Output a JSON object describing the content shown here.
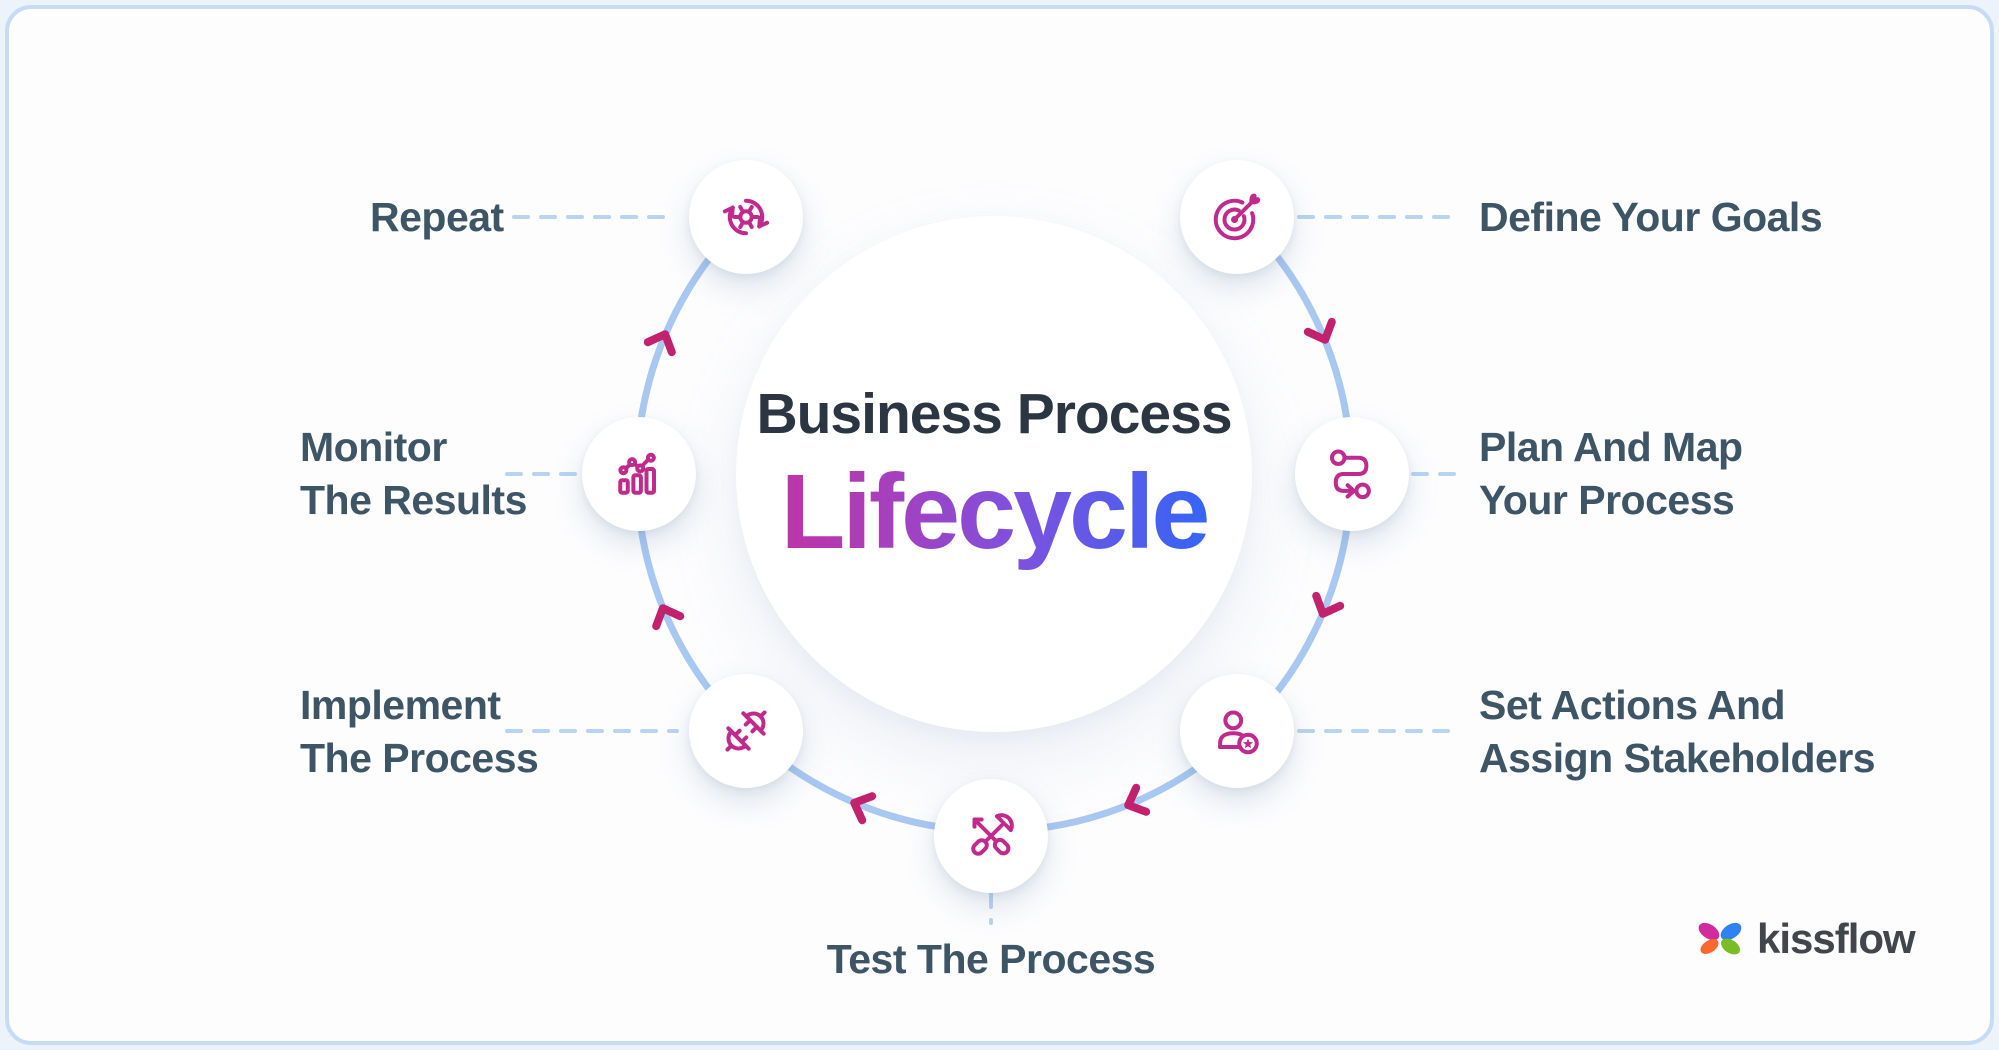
{
  "title": {
    "line1": "Business Process",
    "line2": "Lifecycle"
  },
  "steps": [
    {
      "id": "define-goals",
      "label": "Define Your Goals",
      "icon": "target-dart-icon"
    },
    {
      "id": "plan-map",
      "label": "Plan And Map\nYour Process",
      "icon": "route-icon"
    },
    {
      "id": "set-actions",
      "label": "Set Actions And\nAssign Stakeholders",
      "icon": "person-star-icon"
    },
    {
      "id": "test-process",
      "label": "Test The Process",
      "icon": "tools-icon"
    },
    {
      "id": "implement-process",
      "label": "Implement\nThe Process",
      "icon": "plug-icon"
    },
    {
      "id": "monitor-results",
      "label": "Monitor\nThe Results",
      "icon": "chart-trend-icon"
    },
    {
      "id": "repeat",
      "label": "Repeat",
      "icon": "sync-gear-icon"
    }
  ],
  "brand": {
    "wordmark": "kissflow"
  },
  "colors": {
    "icon_pink": "#c02a8d",
    "arrow_pink": "#c2216e",
    "arc_blue": "#a8c8f1",
    "dash_blue": "#b9d3f2",
    "label_slate": "#3e5566",
    "title_dark": "#2b3642",
    "gradient_start": "#cf2991",
    "gradient_end": "#2172fb",
    "card_border": "#c6dcf5",
    "petal_pink": "#d02c9d",
    "petal_blue": "#2e82f3",
    "petal_orange": "#f9682f",
    "petal_green": "#77bd23"
  }
}
